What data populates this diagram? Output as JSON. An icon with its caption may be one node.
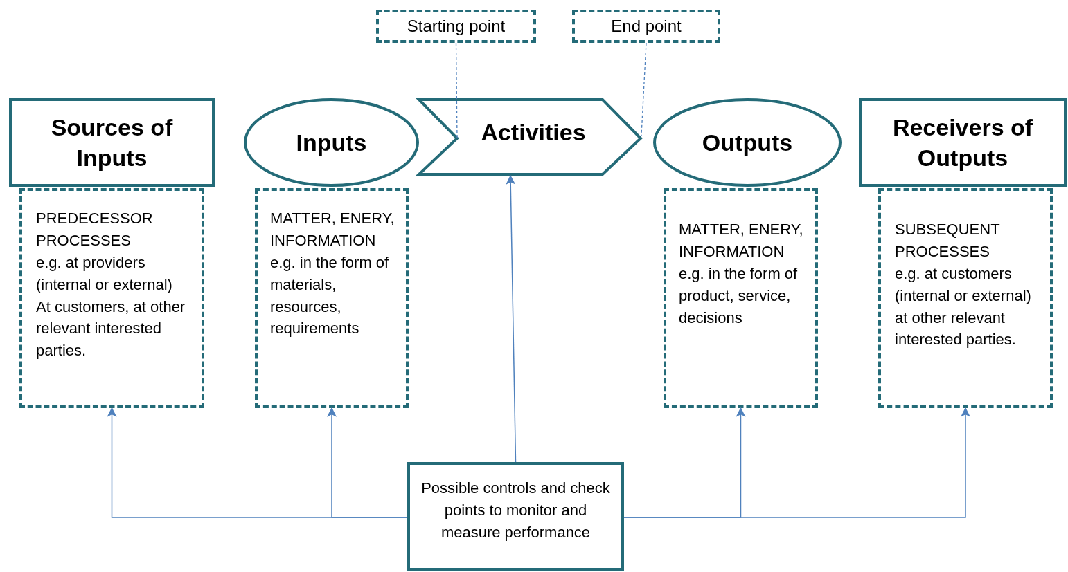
{
  "diagram": {
    "nodes": [
      {
        "text": [
          "Starting point"
        ]
      },
      {
        "text": [
          "End point"
        ]
      },
      {
        "text": [
          "Sources of Inputs"
        ]
      },
      {
        "text": [
          "Inputs"
        ]
      },
      {
        "text": [
          "Activities"
        ]
      },
      {
        "text": [
          "Outputs"
        ]
      },
      {
        "text": [
          "Receivers of Outputs"
        ]
      },
      {
        "text": [
          "PREDECESSOR PROCESSES",
          "e.g. at providers (internal or external)",
          "At customers, at other relevant interested parties."
        ]
      },
      {
        "text": [
          "MATTER, ENERY, INFORMATION",
          "e.g. in the form of materials, resources, requirements"
        ]
      },
      {
        "text": [
          "MATTER, ENERY, INFORMATION",
          "e.g. in the form of product, service, decisions"
        ]
      },
      {
        "text": [
          "SUBSEQUENT PROCESSES",
          "e.g. at customers (internal or external)",
          "at other relevant interested parties."
        ]
      },
      {
        "text": [
          "Possible controls and check points to monitor and measure performance"
        ]
      }
    ],
    "edges": [
      {
        "from": 0,
        "to": 4,
        "arrow": "none",
        "style": "dashed"
      },
      {
        "from": 1,
        "to": 4,
        "arrow": "none",
        "style": "dashed"
      },
      {
        "from": 11,
        "to": 7,
        "arrow": "to"
      },
      {
        "from": 11,
        "to": 8,
        "arrow": "to"
      },
      {
        "from": 11,
        "to": 4,
        "arrow": "to"
      },
      {
        "from": 11,
        "to": 9,
        "arrow": "to"
      },
      {
        "from": 11,
        "to": 10,
        "arrow": "to"
      }
    ]
  }
}
